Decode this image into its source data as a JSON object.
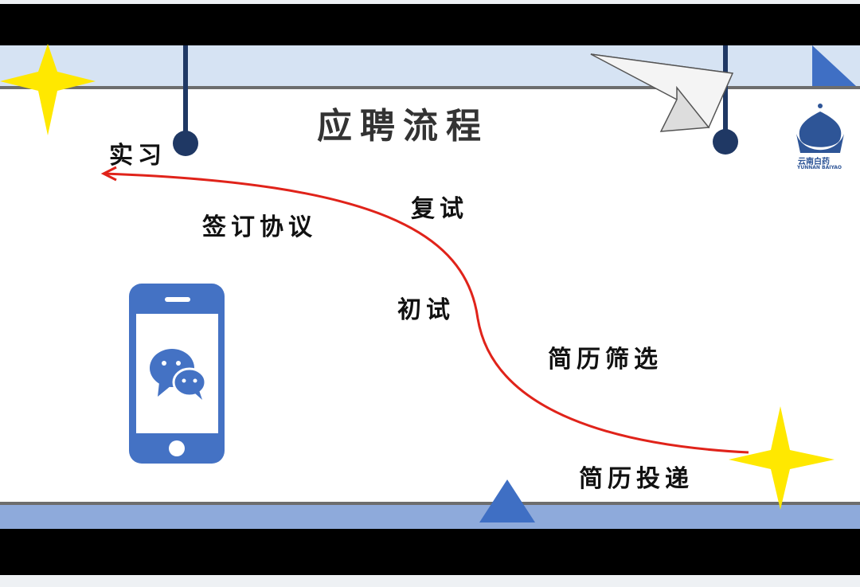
{
  "slide": {
    "title": "应聘流程",
    "steps": [
      {
        "label": "简历投递"
      },
      {
        "label": "简历筛选"
      },
      {
        "label": "初试"
      },
      {
        "label": "复试"
      },
      {
        "label": "签订协议"
      },
      {
        "label": "实习"
      }
    ],
    "logo": {
      "name_cn": "云南白药",
      "name_en": "YUNNAN BAIYAO"
    }
  },
  "colors": {
    "accent_blue": "#3f6fc4",
    "dark_navy": "#1f3864",
    "light_band": "#d6e3f3",
    "star_yellow": "#ffe800",
    "path_red": "#e0231a"
  }
}
